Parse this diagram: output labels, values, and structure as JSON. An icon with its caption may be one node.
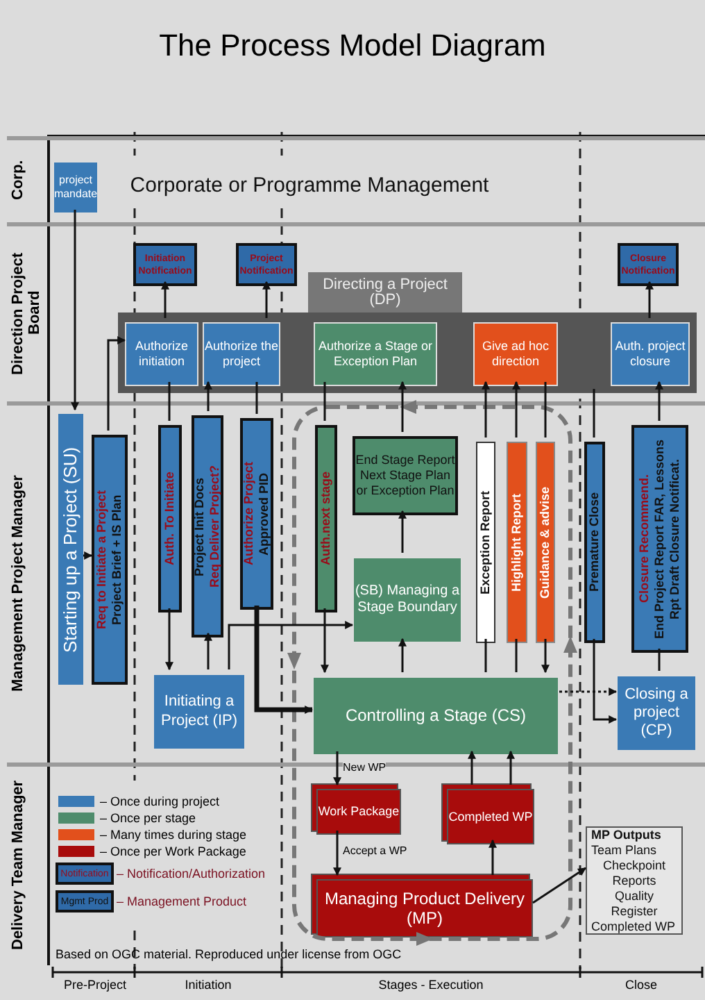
{
  "diagram": {
    "title": "The Process Model Diagram",
    "nodes": [
      {
        "text": [
          "Corp."
        ]
      },
      {
        "text": [
          "Corporate or Programme Management"
        ],
        "in": 0
      },
      {
        "text": [
          "project mandate"
        ],
        "in": 0
      },
      {
        "text": [
          "Direction Project Board"
        ]
      },
      {
        "text": [
          "Initiation Notification"
        ],
        "in": 3
      },
      {
        "text": [
          "Project Notification"
        ],
        "in": 3
      },
      {
        "text": [
          "Closure Notification"
        ],
        "in": 3
      },
      {
        "text": [
          "Directing a Project (DP)"
        ],
        "in": 3
      },
      {
        "text": [
          "Authorize initiation"
        ],
        "in": 7
      },
      {
        "text": [
          "Authorize the project"
        ],
        "in": 7
      },
      {
        "text": [
          "Authorize a Stage or Exception Plan"
        ],
        "in": 7
      },
      {
        "text": [
          "Give ad hoc direction"
        ],
        "in": 7
      },
      {
        "text": [
          "Auth. project closure"
        ],
        "in": 7
      },
      {
        "text": [
          "Management Project Manager"
        ]
      },
      {
        "text": [
          "Starting up a Project (SU)"
        ],
        "in": 13
      },
      {
        "text": [
          "Req to Initiate a Project",
          "Project Brief + IS Plan"
        ],
        "in": 13
      },
      {
        "text": [
          "Auth. To Initiate"
        ],
        "in": 13
      },
      {
        "text": [
          "Project Init Docs",
          "Req Deliver Project?"
        ],
        "in": 13
      },
      {
        "text": [
          "Authorize Project",
          "Approved PID"
        ],
        "in": 13
      },
      {
        "text": [
          "Auth.next stage"
        ],
        "in": 13
      },
      {
        "text": [
          "End Stage Report Next Stage Plan or Exception Plan"
        ],
        "in": 13
      },
      {
        "text": [
          "(SB) Managing a Stage Boundary"
        ],
        "in": 13
      },
      {
        "text": [
          "Exception Report"
        ],
        "in": 13
      },
      {
        "text": [
          "Highlight Report"
        ],
        "in": 13
      },
      {
        "text": [
          "Guidance & advise"
        ],
        "in": 13
      },
      {
        "text": [
          "Premature Close"
        ],
        "in": 13
      },
      {
        "text": [
          "Closure Recommend.",
          "End Project Report FAR, Lessons Rpt Draft Closure Notificat."
        ],
        "in": 13
      },
      {
        "text": [
          "Initiating a Project (IP)"
        ],
        "in": 13
      },
      {
        "text": [
          "Controlling a Stage (CS)"
        ],
        "in": 13
      },
      {
        "text": [
          "Closing a project (CP)"
        ],
        "in": 13
      },
      {
        "text": [
          "Delivery Team Manager"
        ]
      },
      {
        "text": [
          "Work Package"
        ],
        "in": 30
      },
      {
        "text": [
          "Completed WP"
        ],
        "in": 30
      },
      {
        "text": [
          "Managing Product Delivery (MP)"
        ],
        "in": 30
      },
      {
        "text": [
          "MP Outputs",
          "Team Plans",
          "Checkpoint Reports",
          "Quality Register",
          "Completed WP"
        ],
        "in": 30
      }
    ],
    "edges": [
      {
        "from": 2,
        "to": 14,
        "arrow": "to"
      },
      {
        "from": 14,
        "to": 15,
        "arrow": "to"
      },
      {
        "from": 15,
        "to": 8,
        "arrow": "to"
      },
      {
        "from": 8,
        "to": 4,
        "arrow": "to"
      },
      {
        "from": 9,
        "to": 5,
        "arrow": "to"
      },
      {
        "from": 8,
        "to": 16,
        "arrow": "none"
      },
      {
        "from": 16,
        "to": 27,
        "arrow": "to"
      },
      {
        "from": 27,
        "to": 17,
        "arrow": "to"
      },
      {
        "from": 17,
        "to": 9,
        "arrow": "to"
      },
      {
        "from": 9,
        "to": 18,
        "arrow": "none"
      },
      {
        "from": 18,
        "to": 28,
        "arrow": "to",
        "style": "thick"
      },
      {
        "from": 27,
        "to": 21,
        "arrow": "to"
      },
      {
        "from": 10,
        "to": 19,
        "arrow": "none"
      },
      {
        "from": 19,
        "to": 28,
        "arrow": "to"
      },
      {
        "from": 28,
        "to": 21,
        "arrow": "to"
      },
      {
        "from": 21,
        "to": 20,
        "arrow": "to"
      },
      {
        "from": 20,
        "to": 10,
        "arrow": "to"
      },
      {
        "from": 28,
        "to": 22,
        "arrow": "none"
      },
      {
        "from": 22,
        "to": 11,
        "arrow": "to"
      },
      {
        "from": 28,
        "to": 23,
        "arrow": "none"
      },
      {
        "from": 23,
        "to": 11,
        "arrow": "to"
      },
      {
        "from": 11,
        "to": 24,
        "arrow": "none"
      },
      {
        "from": 24,
        "to": 28,
        "arrow": "to"
      },
      {
        "from": 7,
        "to": 25,
        "arrow": "none"
      },
      {
        "from": 25,
        "to": 29,
        "arrow": "to"
      },
      {
        "from": 28,
        "to": 29,
        "arrow": "to",
        "style": "dashed"
      },
      {
        "from": 29,
        "to": 26,
        "arrow": "none"
      },
      {
        "from": 26,
        "to": 12,
        "arrow": "to"
      },
      {
        "from": 12,
        "to": 6,
        "arrow": "to"
      },
      {
        "from": 28,
        "to": 31,
        "arrow": "to",
        "label": "New WP"
      },
      {
        "from": 31,
        "to": 33,
        "arrow": "to",
        "label": "Accept a WP"
      },
      {
        "from": 33,
        "to": 32,
        "arrow": "to"
      },
      {
        "from": 32,
        "to": 28,
        "arrow": "to"
      },
      {
        "from": 32,
        "to": 28,
        "arrow": "to"
      },
      {
        "from": 33,
        "to": 34,
        "arrow": "to"
      }
    ],
    "labels": [
      "Notification",
      "Mgmt Prod",
      "Based on OGC material. Reproduced under license from OGC",
      "Pre-Project",
      "Initiation",
      "Stages - Execution",
      "Close"
    ],
    "legend": [
      {
        "text": "– Once during project",
        "color": "#3a7ab5"
      },
      {
        "text": "– Once per stage",
        "color": "#4e8c6c"
      },
      {
        "text": "– Many times during stage",
        "color": "#e2501c"
      },
      {
        "text": "– Once per Work Package",
        "color": "#a80c0c"
      },
      {
        "text": "– Notification/Authorization"
      },
      {
        "text": "– Management Product"
      }
    ]
  }
}
